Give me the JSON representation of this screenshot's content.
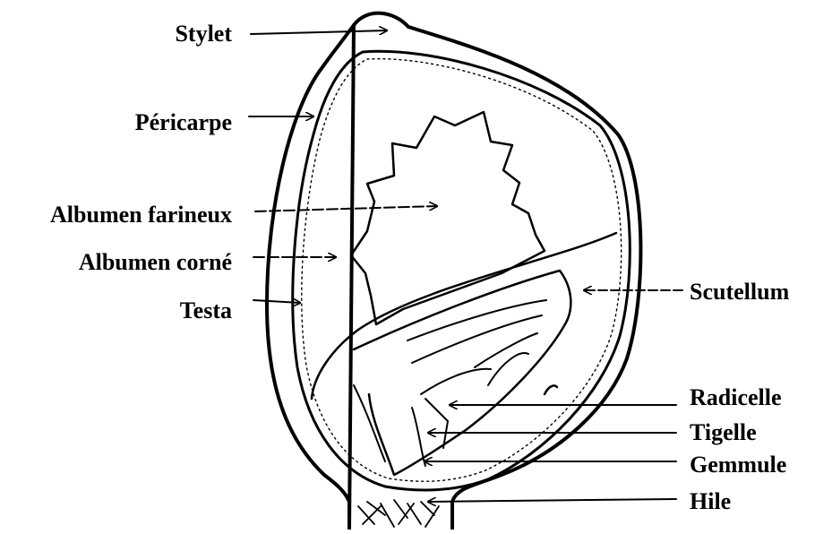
{
  "diagram": {
    "labels": {
      "stylet": "Stylet",
      "pericarpe": "Péricarpe",
      "albumen_farineux": "Albumen farineux",
      "albumen_corne": "Albumen corné",
      "testa": "Testa",
      "scutellum": "Scutellum",
      "radicelle": "Radicelle",
      "tigelle": "Tigelle",
      "gemmule": "Gemmule",
      "hile": "Hile"
    },
    "colors": {
      "ink": "#000000",
      "background": "#ffffff"
    }
  }
}
